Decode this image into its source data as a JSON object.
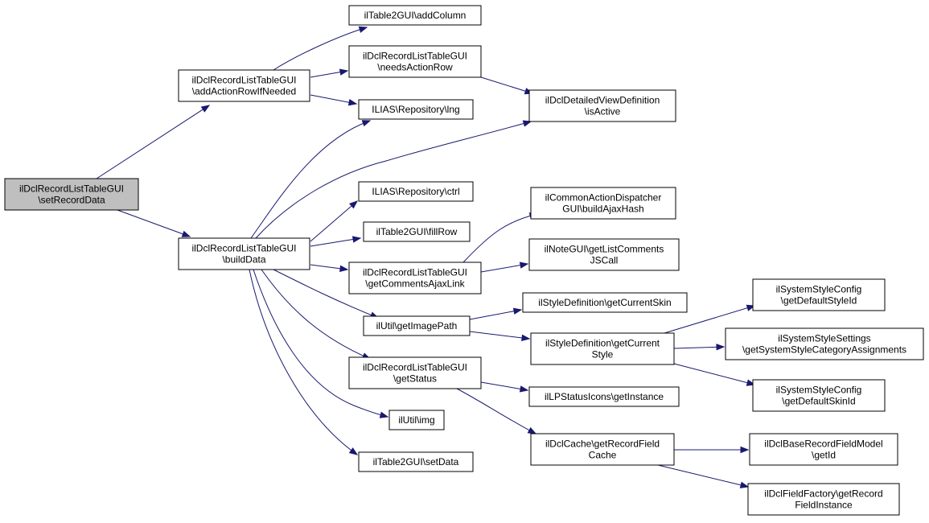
{
  "colors": {
    "edge": "#191970",
    "root_fill": "#bfbfbf",
    "node_fill": "#ffffff",
    "border": "#000000"
  },
  "nodes": {
    "n0": [
      "ilDclRecordListTableGUI",
      "\\setRecordData"
    ],
    "n1": [
      "ilDclRecordListTableGUI",
      "\\addActionRowIfNeeded"
    ],
    "n2": [
      "ilDclRecordListTableGUI",
      "\\buildData"
    ],
    "n3": [
      "ilTable2GUI\\addColumn"
    ],
    "n4": [
      "ilDclRecordListTableGUI",
      "\\needsActionRow"
    ],
    "n5": [
      "ILIAS\\Repository\\lng"
    ],
    "n6": [
      "ilDclDetailedViewDefinition",
      "\\isActive"
    ],
    "n7": [
      "ILIAS\\Repository\\ctrl"
    ],
    "n8": [
      "ilTable2GUI\\fillRow"
    ],
    "n9": [
      "ilDclRecordListTableGUI",
      "\\getCommentsAjaxLink"
    ],
    "n10": [
      "ilCommonActionDispatcher",
      "GUI\\buildAjaxHash"
    ],
    "n11": [
      "ilNoteGUI\\getListComments",
      "JSCall"
    ],
    "n12": [
      "ilUtil\\getImagePath"
    ],
    "n13": [
      "ilStyleDefinition\\getCurrentSkin"
    ],
    "n14": [
      "ilStyleDefinition\\getCurrent",
      "Style"
    ],
    "n15": [
      "ilSystemStyleConfig",
      "\\getDefaultStyleId"
    ],
    "n16": [
      "ilSystemStyleSettings",
      "\\getSystemStyleCategoryAssignments"
    ],
    "n17": [
      "ilSystemStyleConfig",
      "\\getDefaultSkinId"
    ],
    "n18": [
      "ilDclRecordListTableGUI",
      "\\getStatus"
    ],
    "n19": [
      "ilLPStatusIcons\\getInstance"
    ],
    "n20": [
      "ilDclCache\\getRecordField",
      "Cache"
    ],
    "n21": [
      "ilDclBaseRecordFieldModel",
      "\\getId"
    ],
    "n22": [
      "ilDclFieldFactory\\getRecord",
      "FieldInstance"
    ],
    "n23": [
      "ilUtil\\img"
    ],
    "n24": [
      "ilTable2GUI\\setData"
    ]
  }
}
